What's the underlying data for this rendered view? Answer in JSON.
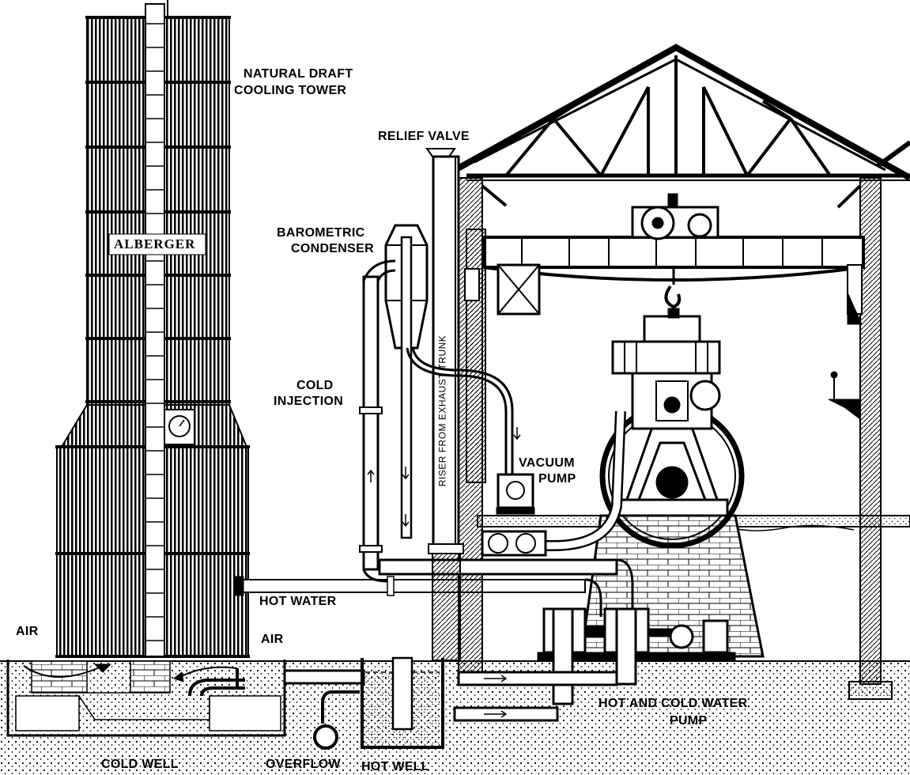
{
  "labels": {
    "cooling_tower_1": "NATURAL DRAFT",
    "cooling_tower_2": "COOLING TOWER",
    "relief_valve": "RELIEF VALVE",
    "condenser_1": "BAROMETRIC",
    "condenser_2": "CONDENSER",
    "tower_brand": "ALBERGER",
    "cold_injection_1": "COLD",
    "cold_injection_2": "INJECTION",
    "riser": "RISER FROM EXHAUST TRUNK",
    "vacuum_pump_1": "VACUUM",
    "vacuum_pump_2": "PUMP",
    "hot_water": "HOT WATER",
    "air_left": "AIR",
    "air_right": "AIR",
    "hot_cold_pump_1": "HOT AND COLD WATER",
    "hot_cold_pump_2": "PUMP",
    "cold_well": "COLD WELL",
    "overflow": "OVERFLOW",
    "hot_well": "HOT WELL"
  },
  "colors": {
    "ink": "#000000",
    "paper": "#ffffff"
  }
}
